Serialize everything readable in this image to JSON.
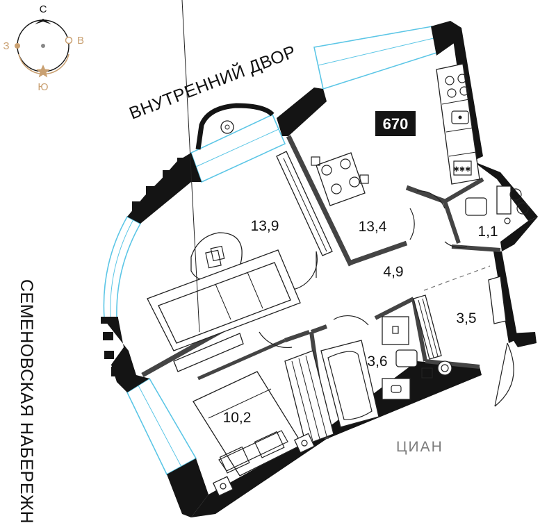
{
  "compass": {
    "north": "С",
    "west": "З",
    "east": "В",
    "south": "Ю",
    "accent_color": "#c9a071",
    "dark_color": "#141414"
  },
  "labels": {
    "courtyard": "ВНУТРЕННИЙ ДВОР",
    "embankment": "СЕМЕНОВСКАЯ НАБЕРЕЖНАЯ"
  },
  "badge": {
    "number": "670"
  },
  "rooms": [
    {
      "id": "living",
      "area": "13,9"
    },
    {
      "id": "kitchen",
      "area": "13,4"
    },
    {
      "id": "wc",
      "area": "1,1"
    },
    {
      "id": "hall",
      "area": "4,9"
    },
    {
      "id": "wardrobe",
      "area": "3,5"
    },
    {
      "id": "bathroom",
      "area": "3,6"
    },
    {
      "id": "bedroom",
      "area": "10,2"
    }
  ],
  "watermark": "ЦИАН",
  "colors": {
    "wall": "#141414",
    "window": "#5cc6e6"
  }
}
